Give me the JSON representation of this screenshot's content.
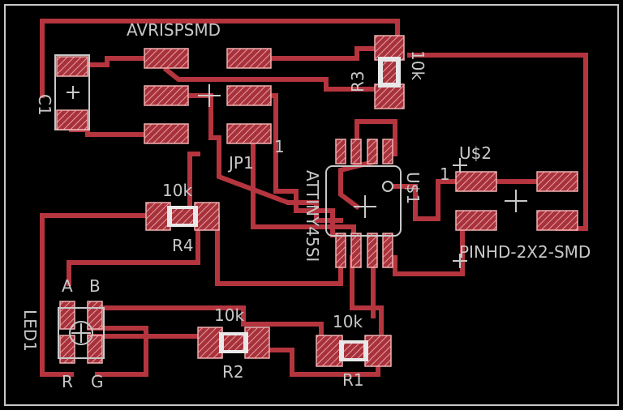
{
  "board": {
    "labels": {
      "avrisp": "AVRISPSMD",
      "c1": "C1",
      "r3": "R3",
      "r3_val": "10k",
      "jp1": "JP1",
      "jp1_pin": "1",
      "attiny": "ATTINY45SI",
      "u1": "U$1",
      "u2": "U$2",
      "u2_pin": "1",
      "pinhd": "PINHD-2X2-SMD",
      "r4": "R4",
      "r4_val": "10k",
      "led1": "LED1",
      "led_a": "A",
      "led_b": "B",
      "led_r": "R",
      "led_g": "G",
      "r2": "R2",
      "r2_val": "10k",
      "r1": "R1",
      "r1_val": "10k"
    },
    "colors": {
      "background": "#000000",
      "trace": "#b5353f",
      "pad": "#c0474f",
      "silkscreen": "#c8c8c8",
      "outline": "#c8c8c8"
    }
  }
}
